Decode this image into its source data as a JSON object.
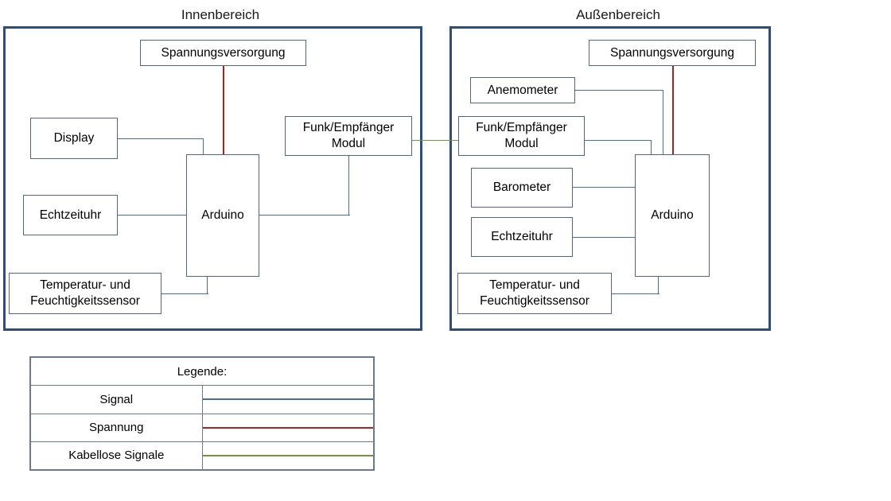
{
  "diagram": {
    "zones": [
      {
        "id": "indoor",
        "title": "Innenbereich"
      },
      {
        "id": "outdoor",
        "title": "Außenbereich"
      }
    ],
    "indoor_nodes": {
      "power": "Spannungsversorgung",
      "display": "Display",
      "radio_l1": "Funk/Empfänger",
      "radio_l2": "Modul",
      "rtc": "Echtzeituhr",
      "mcu": "Arduino",
      "temp_l1": "Temperatur- und",
      "temp_l2": "Feuchtigkeitssensor"
    },
    "outdoor_nodes": {
      "power": "Spannungsversorgung",
      "anemometer": "Anemometer",
      "radio_l1": "Funk/Empfänger",
      "radio_l2": "Modul",
      "barometer": "Barometer",
      "rtc": "Echtzeituhr",
      "mcu": "Arduino",
      "temp_l1": "Temperatur- und",
      "temp_l2": "Feuchtigkeitssensor"
    }
  },
  "legend": {
    "title": "Legende:",
    "rows": [
      {
        "label": "Signal",
        "color": "#4a6f96"
      },
      {
        "label": "Spannung",
        "color": "#b02222"
      },
      {
        "label": "Kabellose Signale",
        "color": "#6f9444"
      }
    ]
  },
  "colors": {
    "zone_border": "#2e4d7b",
    "node_border": "#54667e",
    "signal": "#4a6f96",
    "power": "#a52222",
    "wireless": "#6f9444",
    "background": "#ffffff"
  }
}
